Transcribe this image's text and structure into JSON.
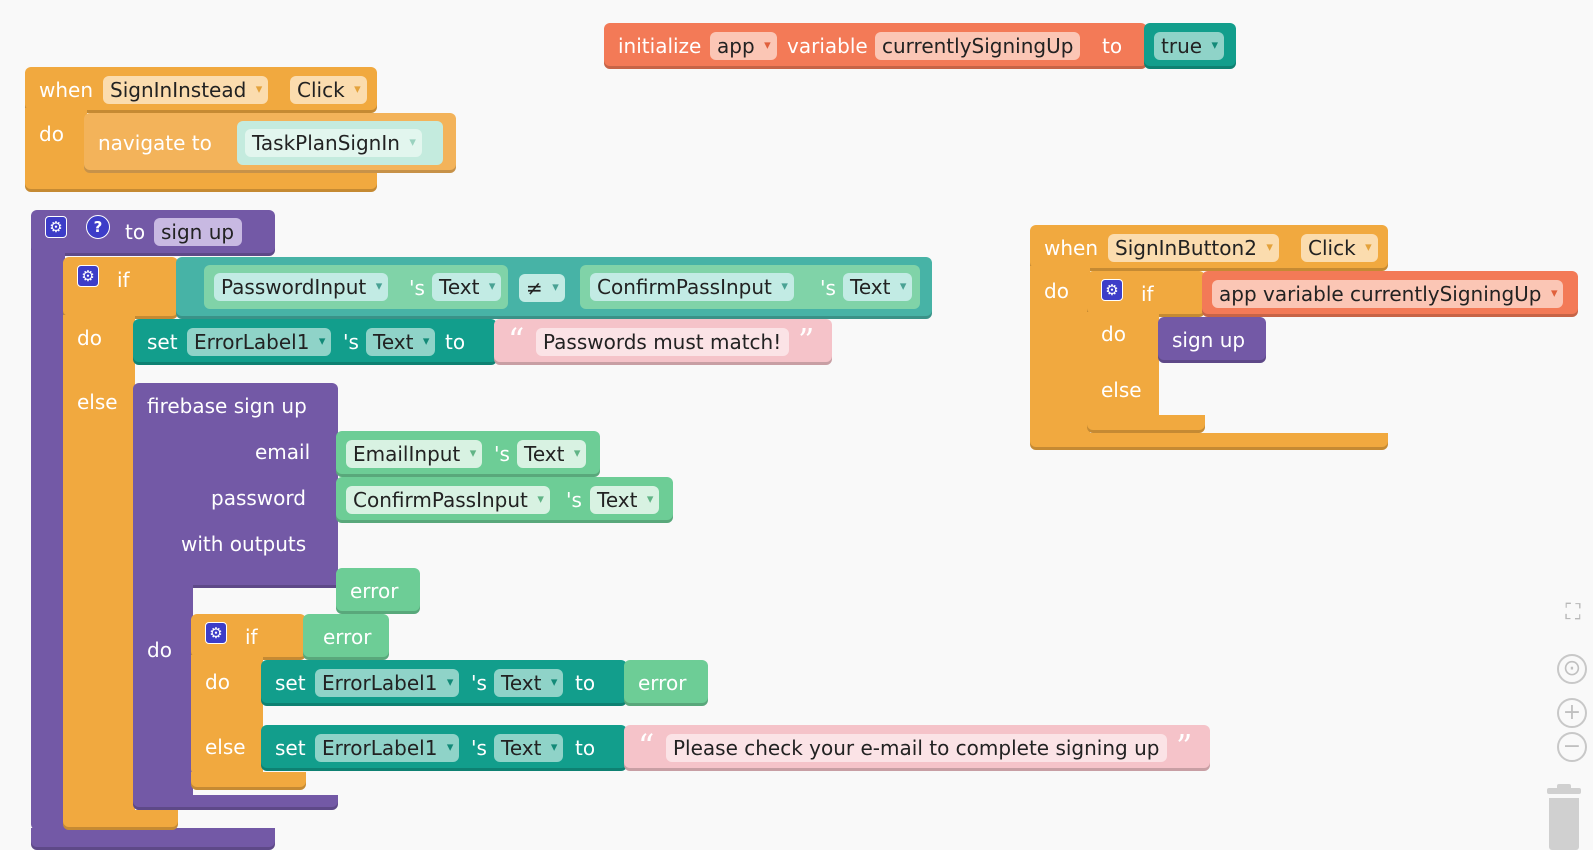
{
  "init": {
    "initialize": "initialize",
    "scope": "app",
    "variable": "variable",
    "name": "currentlySigningUp",
    "to": "to",
    "value": "true"
  },
  "signin_instead": {
    "when": "when",
    "component": "SignInInstead",
    "event": "Click",
    "do": "do",
    "navigate": "navigate to",
    "screen": "TaskPlanSignIn"
  },
  "procedure": {
    "to": "to",
    "name": "sign up",
    "gear": "⚙",
    "help": "?",
    "if": "if",
    "do": "do",
    "else": "else",
    "cond_left_comp": "PasswordInput",
    "cond_left_prop": "Text",
    "poss": "'s",
    "op": "≠",
    "cond_right_comp": "ConfirmPassInput",
    "cond_right_prop": "Text",
    "set": "set",
    "set_comp": "ErrorLabel1",
    "set_prop": "Text",
    "set_to": "to",
    "match_msg": "Passwords must match!",
    "firebase": "firebase sign up",
    "email_label": "email",
    "password_label": "password",
    "with_outputs": "with outputs",
    "email_comp": "EmailInput",
    "email_prop": "Text",
    "pass_comp": "ConfirmPassInput",
    "pass_prop": "Text",
    "error_param": "error",
    "inner_if": "if",
    "inner_do": "do",
    "inner_else": "else",
    "inner_cond": "error",
    "inner_set_value": "error",
    "check_msg": "Please check your e-mail to complete signing up"
  },
  "signin_button": {
    "when": "when",
    "component": "SignInButton2",
    "event": "Click",
    "do": "do",
    "if": "if",
    "do_label": "do",
    "else": "else",
    "condition": "app variable currentlySigningUp",
    "call": "sign up"
  },
  "quote_open": "“",
  "quote_close": "”",
  "dropdown_arrow": "▾",
  "controls": {
    "fullscreen_icon": "⛶",
    "center_icon": "⊙",
    "zoom_in": "+",
    "zoom_out": "−",
    "trash_icon": "trash"
  }
}
